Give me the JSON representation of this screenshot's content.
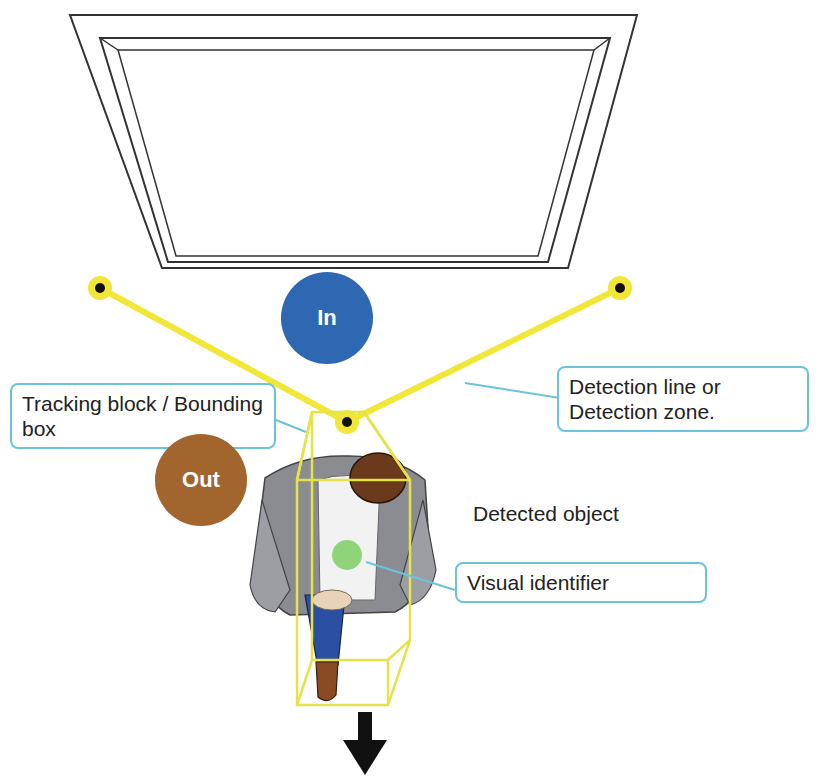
{
  "diagram": {
    "nodes": [
      {
        "text": [
          "In"
        ]
      },
      {
        "text": [
          "Detection line or Detection zone."
        ]
      },
      {
        "text": [
          "Tracking block / Bounding box"
        ]
      },
      {
        "text": [
          "Out"
        ]
      },
      {
        "text": [
          "Visual identifier"
        ]
      }
    ],
    "labels": [
      "Detected object"
    ]
  }
}
